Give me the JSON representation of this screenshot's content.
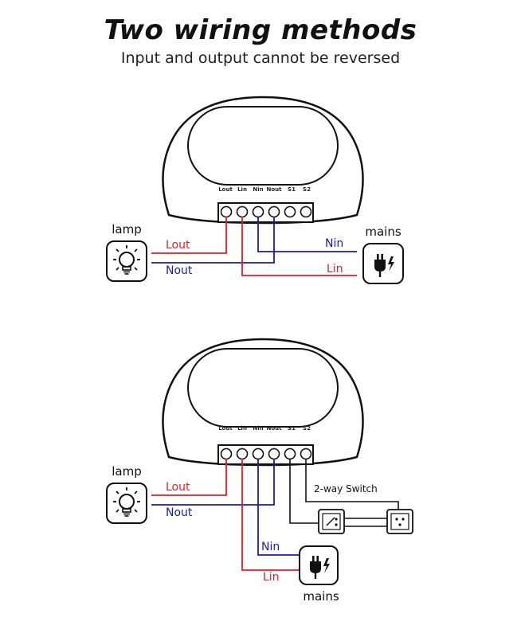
{
  "title": "Two wiring methods",
  "subtitle": "Input and output cannot be reversed",
  "colors": {
    "live": "#e31e24",
    "neutral": "#1c1ca8",
    "line": "#111111"
  },
  "terminals": [
    "Lout",
    "Lin",
    "Nin",
    "Nout",
    "S1",
    "S2"
  ],
  "diagram1": {
    "lamp_label": "lamp",
    "mains_label": "mains",
    "lout_label": "Lout",
    "nout_label": "Nout",
    "nin_label": "Nin",
    "lin_label": "Lin",
    "lamp_icon": "lightbulb-icon",
    "mains_icon": "plug-icon"
  },
  "diagram2": {
    "lamp_label": "lamp",
    "mains_label": "mains",
    "lout_label": "Lout",
    "nout_label": "Nout",
    "nin_label": "Nin",
    "lin_label": "Lin",
    "switch_label": "2-way Switch",
    "lamp_icon": "lightbulb-icon",
    "mains_icon": "plug-icon",
    "switch_icon": "two-way-switch-icon"
  }
}
